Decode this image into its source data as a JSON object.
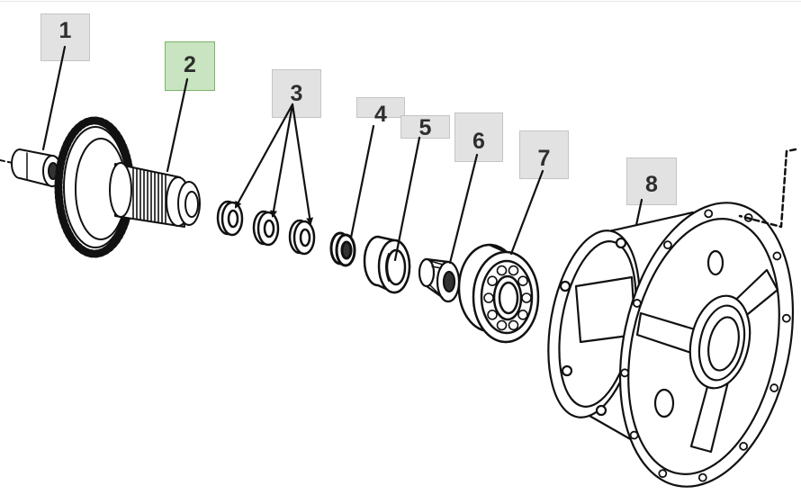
{
  "diagram": {
    "callouts": [
      {
        "label": "1"
      },
      {
        "label": "2"
      },
      {
        "label": "3"
      },
      {
        "label": "4"
      },
      {
        "label": "5"
      },
      {
        "label": "6"
      },
      {
        "label": "7"
      },
      {
        "label": "8"
      }
    ],
    "selected_callout": "2",
    "colors": {
      "callout_fill": "#e2e2e2",
      "callout_border": "#c4c4c4",
      "selected_fill": "#c9e4c0",
      "selected_border": "#7cb36a",
      "line": "#111111"
    }
  }
}
